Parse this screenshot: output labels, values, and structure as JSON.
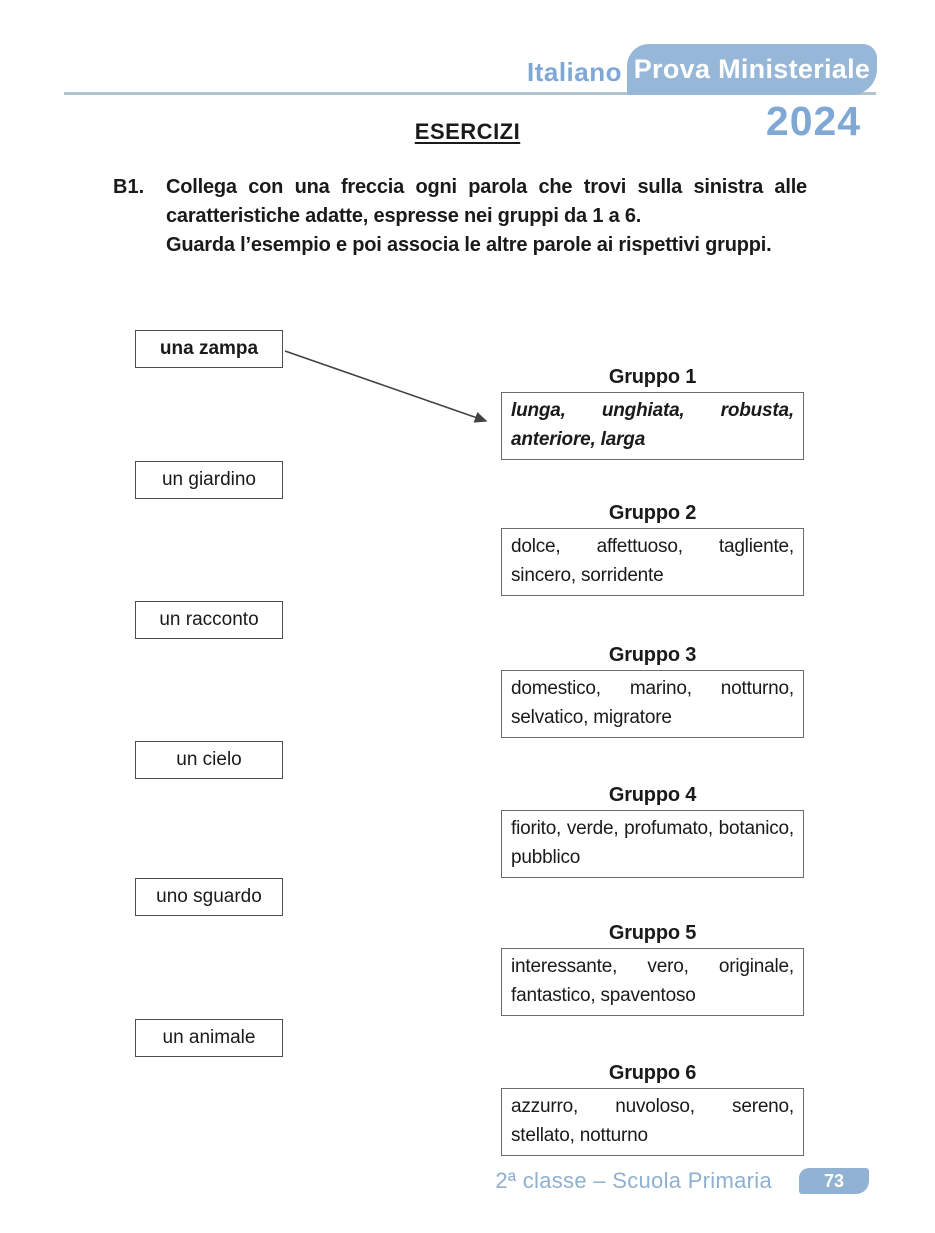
{
  "header": {
    "subject": "Italiano",
    "badge_label": "Prova Ministeriale",
    "year": "2024"
  },
  "title": "ESERCIZI",
  "exercise": {
    "number": "B1.",
    "paragraph1": "Collega con una freccia ogni parola che trovi sulla sinistra alle caratteristiche adatte, espresse nei gruppi da 1 a 6.",
    "paragraph2": "Guarda l’esempio e poi associa le altre parole ai rispettivi gruppi."
  },
  "words": [
    {
      "label": "una zampa"
    },
    {
      "label": "un giardino"
    },
    {
      "label": "un racconto"
    },
    {
      "label": "un cielo"
    },
    {
      "label": "uno sguardo"
    },
    {
      "label": "un animale"
    }
  ],
  "groups": [
    {
      "title": "Gruppo 1",
      "text": "lunga, unghiata, robusta, anteriore, larga"
    },
    {
      "title": "Gruppo 2",
      "text": "dolce, affettuoso, tagliente, sincero, sorridente"
    },
    {
      "title": "Gruppo 3",
      "text": "domestico, marino, notturno, selvatico, migratore"
    },
    {
      "title": "Gruppo 4",
      "text": "fiorito, verde, profumato, botanico, pubblico"
    },
    {
      "title": "Gruppo 5",
      "text": "interessante, vero, originale, fantastico, spaventoso"
    },
    {
      "title": "Gruppo 6",
      "text": "azzurro, nuvoloso, sereno, stellato, notturno"
    }
  ],
  "footer": {
    "label": "2ª classe – Scuola Primaria",
    "page_number": "73"
  },
  "colors": {
    "accent_text_blue": "#7fa8d4",
    "badge_blue": "#96b7d8",
    "rule_blue_gray": "#b3c3cb",
    "footer_text_blue": "#8fb0cf",
    "arrow_gray": "#424242"
  }
}
